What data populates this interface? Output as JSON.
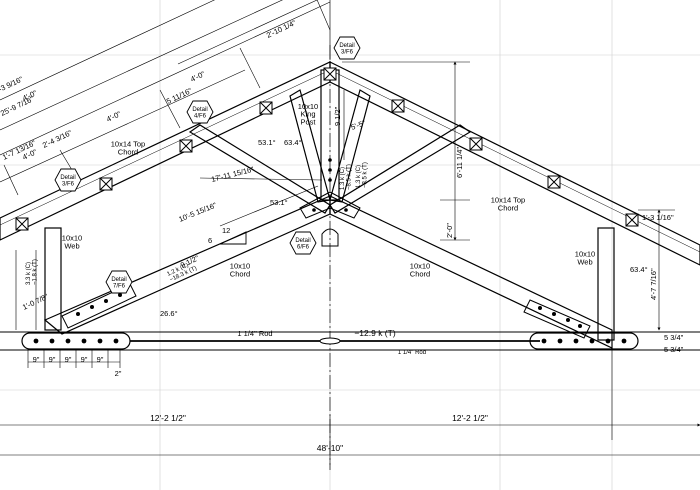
{
  "members": {
    "top_chord": "10x14 Top\nChord",
    "top_chord_right": "10x14 Top\nChord",
    "king_post": "10x10\nKing\nPost",
    "web_left": "10x10\nWeb",
    "web_right": "10x10\nWeb",
    "chord_left": "10x10\nChord",
    "chord_right": "10x10\nChord",
    "rod_left": "1 1/4\" Rod",
    "rod_right": "1 1/4\" Rod",
    "rod_force": "−12.9 k (T)"
  },
  "details": [
    {
      "id": "detail-3-f6",
      "text": "Detail\n3/F6"
    },
    {
      "id": "detail-4-f6",
      "text": "Detail\n4/F6"
    },
    {
      "id": "detail-3-f6-left",
      "text": "Detail\n3/F6"
    },
    {
      "id": "detail-7-f6",
      "text": "Detail\n7/F6"
    },
    {
      "id": "detail-6-f6",
      "text": "Detail\n6/F6"
    }
  ],
  "slope_dims": [
    "2'-10 1/4\"",
    "4'-0\"",
    "4'-0\"",
    "4'-0\"",
    "4'-0\"",
    "25'-9 7/16\"",
    "-3 9/16\"",
    "1'-7 13/16\"",
    "2'-4 3/16\"",
    "17'-11 15/16\"",
    "10'-5 15/16\"",
    "5'-5\"",
    "5 11/16\""
  ],
  "angles": [
    "53.1°",
    "63.4°",
    "53.1°",
    "63.4°",
    "26.6°"
  ],
  "heights": [
    "9 1/2\"",
    "6'-11 1/4\"",
    "2'-0\"",
    "1'-3 1/16\"",
    "4'-7 7/16\"",
    "1'-0 7/8\"",
    "9 1/2\""
  ],
  "forces": [
    "1.3 k (C)\n−8.5 k (T)",
    "1.3 k (C)\n−8.5 k (T)",
    "1.2 k (C)\n−18.3 k (T)",
    "3.3 k (C)\n−1.8 k (T)"
  ],
  "pitch": {
    "rise": "12",
    "run": "6"
  },
  "bottom_dims": [
    "9\"",
    "9\"",
    "9\"",
    "9\"",
    "9\"",
    "2\""
  ],
  "plate_dims": [
    "5 3/4\"",
    "5 3/4\""
  ],
  "spans": [
    "12'-2 1/2\"",
    "12'-2 1/2\"",
    "48'-10\""
  ],
  "notes": [
    "1 1/4\""
  ]
}
